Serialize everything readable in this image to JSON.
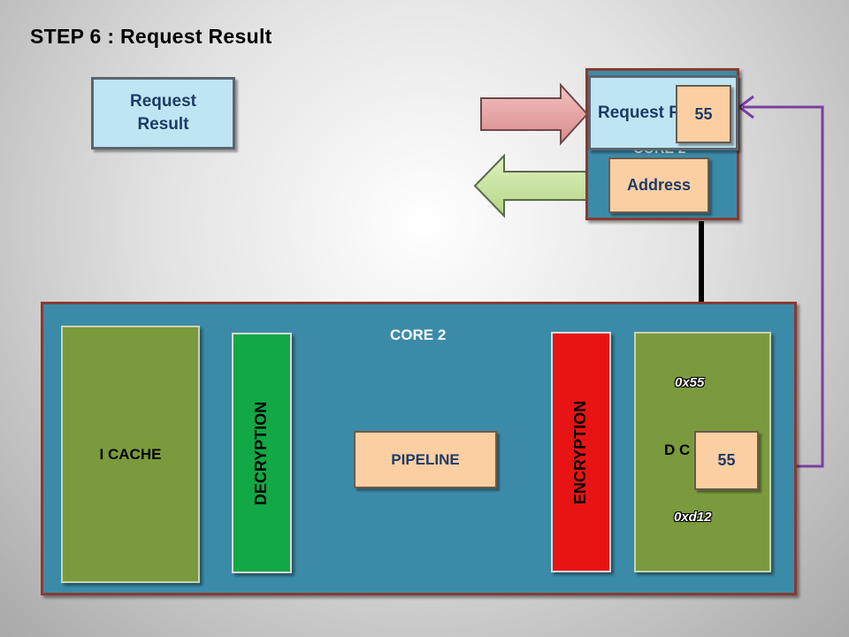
{
  "title": "STEP 6 : Request Result",
  "legend_box": {
    "line1": "Request",
    "line2": "Result"
  },
  "top_core": {
    "hidden_label": "CORE 2",
    "request_label": "Request R",
    "value": "55",
    "address_label": "Address"
  },
  "core": {
    "label": "CORE 2",
    "icache": "I CACHE",
    "decryption": "DECRYPTION",
    "pipeline": "PIPELINE",
    "encryption": "ENCRYPTION",
    "dcache": "D C",
    "addr_top": "0x55",
    "addr_bottom": "0xd12",
    "value": "55"
  },
  "colors": {
    "core_fill": "#3b8ba8",
    "core_border": "#8a3a30",
    "decryption": "#12a845",
    "encryption": "#e81414",
    "feedback_line": "#7a3fa0",
    "arrow_in": "#e49b9b",
    "arrow_out": "#c3df96"
  }
}
